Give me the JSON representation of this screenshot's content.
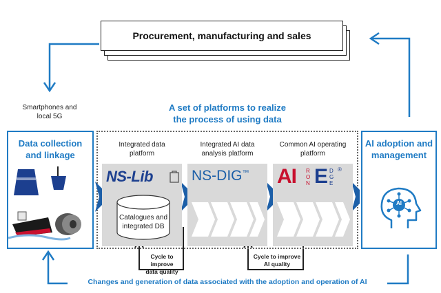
{
  "top_box": {
    "label": "Procurement, manufacturing and sales"
  },
  "left_note": {
    "line1": "Smartphones and",
    "line2": "local 5G"
  },
  "center_title": {
    "line1": "A set of platforms to realize",
    "line2": "the process of using data"
  },
  "left_box": {
    "line1": "Data collection",
    "line2": "and linkage"
  },
  "right_box": {
    "line1": "AI adoption and",
    "line2": "management",
    "badge": "AI"
  },
  "platforms": [
    {
      "title_line1": "Integrated data",
      "title_line2": "platform",
      "logo": "NS-Lib",
      "db_line1": "Catalogues and",
      "db_line2": "integrated DB"
    },
    {
      "title_line1": "Integrated AI data",
      "title_line2": "analysis platform",
      "logo": "NS-DIG",
      "logo_mark": "™"
    },
    {
      "title_line1": "Common AI operating",
      "title_line2": "platform",
      "logo_ai": "AI",
      "logo_mid": "RON",
      "logo_e": "E",
      "logo_end": "DGE",
      "logo_reg": "®"
    }
  ],
  "cycles": [
    {
      "line1": "Cycle to improve",
      "line2": "data quality"
    },
    {
      "line1": "Cycle to improve",
      "line2": "AI quality"
    }
  ],
  "bottom_caption": "Changes and generation of data associated with the adoption and operation of AI",
  "colors": {
    "blue": "#1f7bc4",
    "grey_panel": "#d9d9d9",
    "logo_navy": "#1c3f8f",
    "logo_red": "#c8102e"
  }
}
